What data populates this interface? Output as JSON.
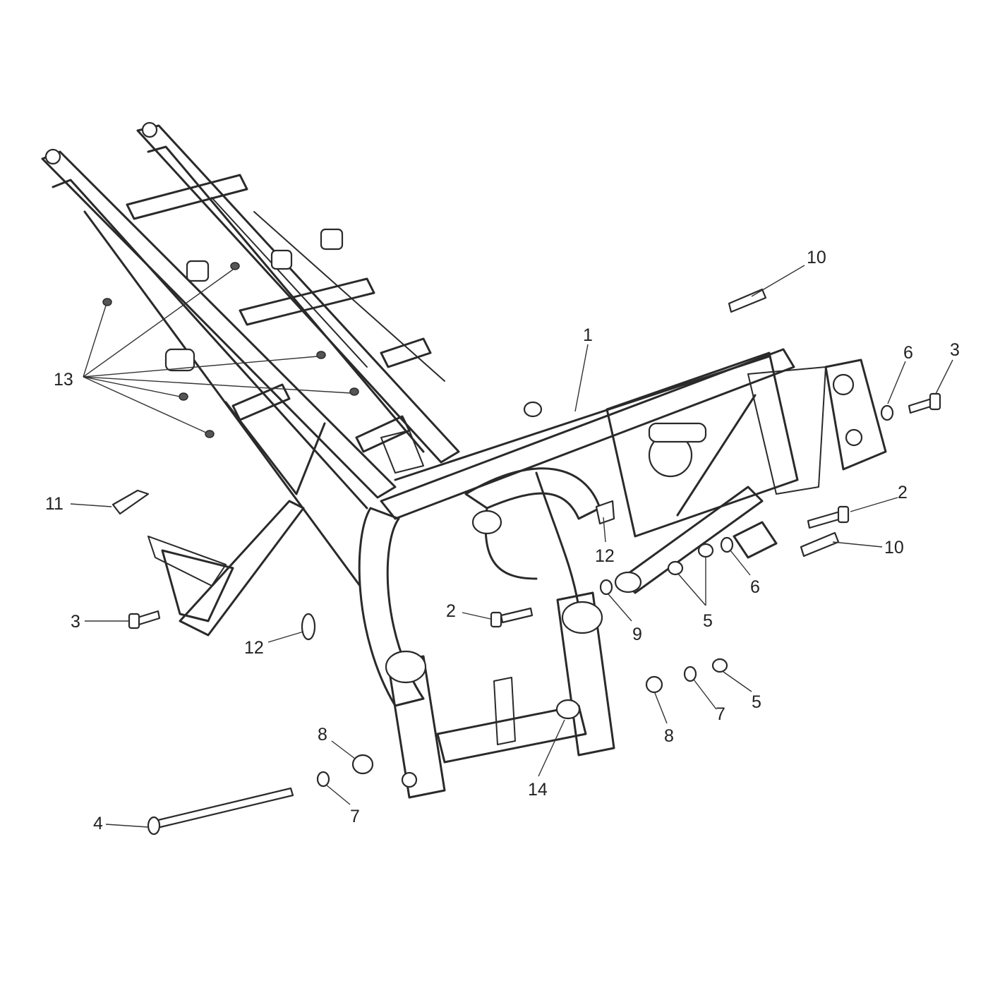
{
  "callouts": [
    {
      "id": "c1",
      "label": "1"
    },
    {
      "id": "c2a",
      "label": "2"
    },
    {
      "id": "c2b",
      "label": "2"
    },
    {
      "id": "c3a",
      "label": "3"
    },
    {
      "id": "c3b",
      "label": "3"
    },
    {
      "id": "c4",
      "label": "4"
    },
    {
      "id": "c5a",
      "label": "5"
    },
    {
      "id": "c5b",
      "label": "5"
    },
    {
      "id": "c6a",
      "label": "6"
    },
    {
      "id": "c6b",
      "label": "6"
    },
    {
      "id": "c7a",
      "label": "7"
    },
    {
      "id": "c7b",
      "label": "7"
    },
    {
      "id": "c8a",
      "label": "8"
    },
    {
      "id": "c8b",
      "label": "8"
    },
    {
      "id": "c9",
      "label": "9"
    },
    {
      "id": "c10a",
      "label": "10"
    },
    {
      "id": "c10b",
      "label": "10"
    },
    {
      "id": "c11",
      "label": "11"
    },
    {
      "id": "c12a",
      "label": "12"
    },
    {
      "id": "c12b",
      "label": "12"
    },
    {
      "id": "c13",
      "label": "13"
    },
    {
      "id": "c14",
      "label": "14"
    }
  ],
  "colors": {
    "line": "#2a2a2a",
    "background": "#ffffff"
  }
}
